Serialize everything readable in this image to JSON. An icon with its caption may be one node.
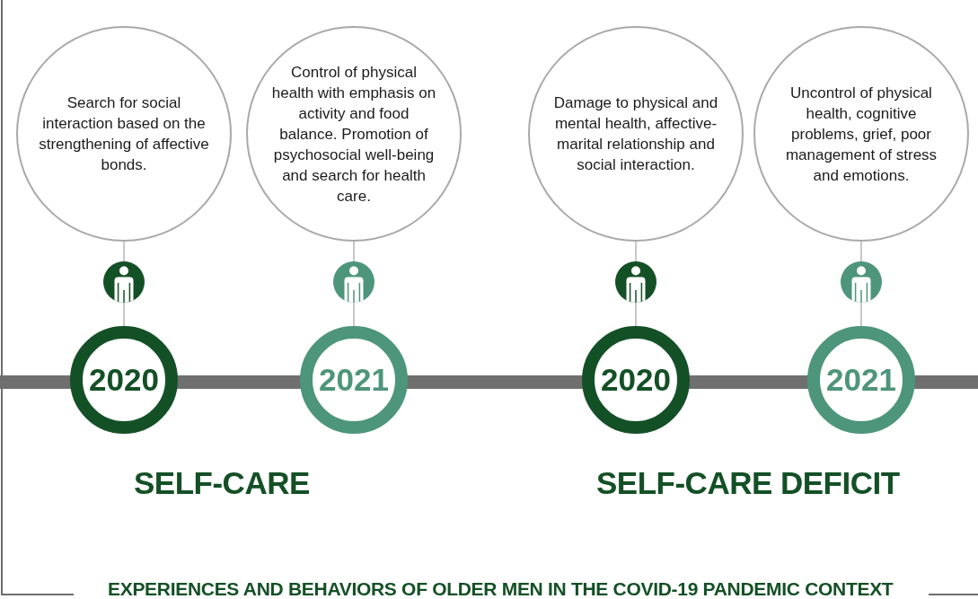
{
  "diagram": {
    "nodes": [
      {
        "text": [
          "Search for social interaction based on the strengthening of affective bonds."
        ]
      },
      {
        "text": [
          "Control of physical health with emphasis on activity and food balance. Promotion of psychosocial well-being and search for health care."
        ]
      },
      {
        "text": [
          "Damage to physical and mental health, affective-marital relationship and social interaction."
        ]
      },
      {
        "text": [
          "Uncontrol of physical health, cognitive problems, grief, poor management of stress and emotions."
        ]
      },
      {
        "text": [],
        "shape": "person"
      },
      {
        "text": [],
        "shape": "person"
      },
      {
        "text": [],
        "shape": "person"
      },
      {
        "text": [],
        "shape": "person"
      },
      {
        "text": [
          "2020"
        ]
      },
      {
        "text": [
          "2021"
        ]
      },
      {
        "text": [
          "2020"
        ]
      },
      {
        "text": [
          "2021"
        ]
      },
      {
        "text": [],
        "shape": "bar"
      }
    ],
    "edges": [
      {
        "from": 0,
        "to": 4,
        "arrow": "none"
      },
      {
        "from": 4,
        "to": 8,
        "arrow": "none"
      },
      {
        "from": 1,
        "to": 5,
        "arrow": "none"
      },
      {
        "from": 5,
        "to": 9,
        "arrow": "none"
      },
      {
        "from": 2,
        "to": 6,
        "arrow": "none"
      },
      {
        "from": 6,
        "to": 10,
        "arrow": "none"
      },
      {
        "from": 3,
        "to": 7,
        "arrow": "none"
      },
      {
        "from": 7,
        "to": 11,
        "arrow": "none"
      }
    ],
    "labels": [
      "SELF-CARE",
      "SELF-CARE DEFICIT"
    ],
    "caption": "EXPERIENCES AND BEHAVIORS OF OLDER MEN IN THE COVID-19 PANDEMIC CONTEXT"
  }
}
